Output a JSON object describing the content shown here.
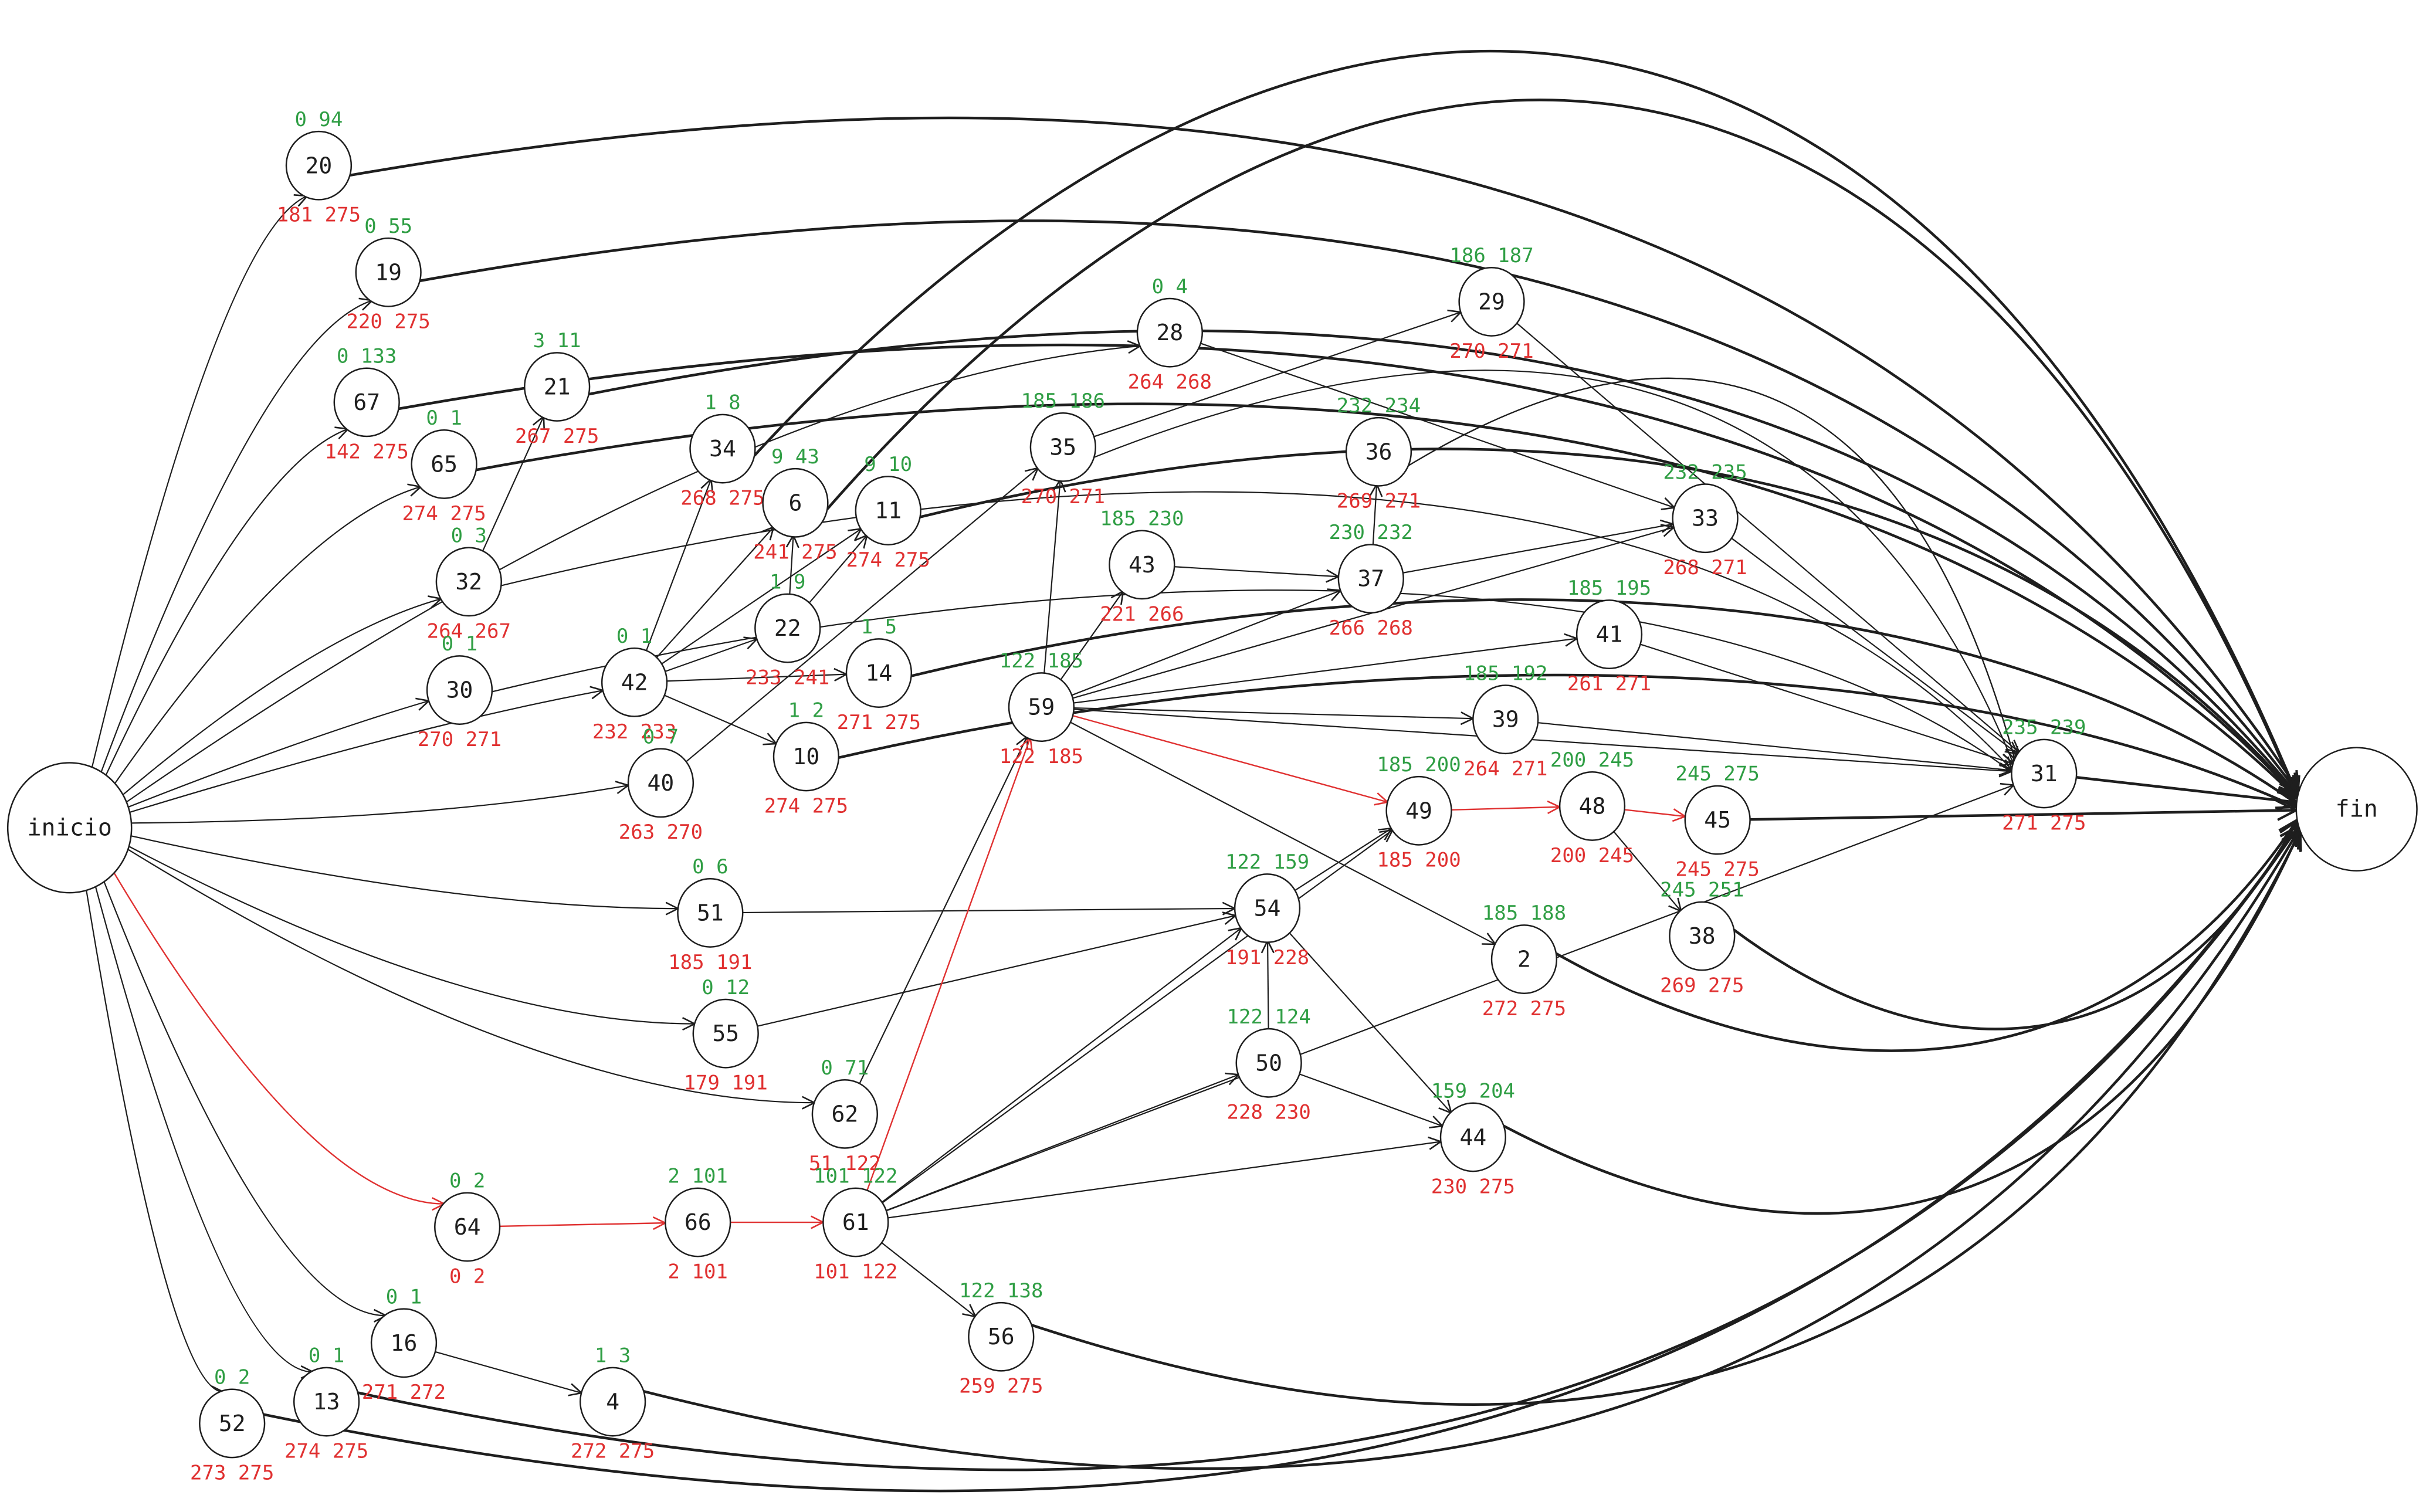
{
  "diagram": {
    "title": "",
    "colors": {
      "node_stroke": "#1e1e1e",
      "early_times": "#2f9e44",
      "late_times": "#e03131",
      "edge": "#1e1e1e",
      "critical_edge": "#e03131"
    },
    "nodes": [
      {
        "id": "inicio",
        "label": "inicio"
      },
      {
        "id": "fin",
        "label": "fin"
      },
      {
        "id": "20",
        "label": "20",
        "early": "0 94",
        "late": "181 275"
      },
      {
        "id": "19",
        "label": "19",
        "early": "0 55",
        "late": "220 275"
      },
      {
        "id": "67",
        "label": "67",
        "early": "0 133",
        "late": "142 275"
      },
      {
        "id": "65",
        "label": "65",
        "early": "0 1",
        "late": "274 275"
      },
      {
        "id": "21",
        "label": "21",
        "early": "3 11",
        "late": "267 275"
      },
      {
        "id": "32",
        "label": "32",
        "early": "0 3",
        "late": "264 267"
      },
      {
        "id": "30",
        "label": "30",
        "early": "0 1",
        "late": "270 271"
      },
      {
        "id": "34",
        "label": "34",
        "early": "1 8",
        "late": "268 275"
      },
      {
        "id": "6",
        "label": "6",
        "early": "9 43",
        "late": "241 275"
      },
      {
        "id": "11",
        "label": "11",
        "early": "9 10",
        "late": "274 275"
      },
      {
        "id": "22",
        "label": "22",
        "early": "1 9",
        "late": "233 241"
      },
      {
        "id": "42",
        "label": "42",
        "early": "0 1",
        "late": "232 233"
      },
      {
        "id": "14",
        "label": "14",
        "early": "1 5",
        "late": "271 275"
      },
      {
        "id": "10",
        "label": "10",
        "early": "1 2",
        "late": "274 275"
      },
      {
        "id": "40",
        "label": "40",
        "early": "0 7",
        "late": "263 270"
      },
      {
        "id": "28",
        "label": "28",
        "early": "0 4",
        "late": "264 268"
      },
      {
        "id": "35",
        "label": "35",
        "early": "185 186",
        "late": "270 271"
      },
      {
        "id": "29",
        "label": "29",
        "early": "186 187",
        "late": "270 271"
      },
      {
        "id": "36",
        "label": "36",
        "early": "232 234",
        "late": "269 271"
      },
      {
        "id": "43",
        "label": "43",
        "early": "185 230",
        "late": "221 266"
      },
      {
        "id": "37",
        "label": "37",
        "early": "230 232",
        "late": "266 268"
      },
      {
        "id": "33",
        "label": "33",
        "early": "232 235",
        "late": "268 271"
      },
      {
        "id": "41",
        "label": "41",
        "early": "185 195",
        "late": "261 271"
      },
      {
        "id": "59",
        "label": "59",
        "early": "122 185",
        "late": "122 185"
      },
      {
        "id": "39",
        "label": "39",
        "early": "185 192",
        "late": "264 271"
      },
      {
        "id": "31",
        "label": "31",
        "early": "235 239",
        "late": "271 275"
      },
      {
        "id": "49",
        "label": "49",
        "early": "185 200",
        "late": "185 200"
      },
      {
        "id": "48",
        "label": "48",
        "early": "200 245",
        "late": "200 245"
      },
      {
        "id": "45",
        "label": "45",
        "early": "245 275",
        "late": "245 275"
      },
      {
        "id": "38",
        "label": "38",
        "early": "245 251",
        "late": "269 275"
      },
      {
        "id": "2",
        "label": "2",
        "early": "185 188",
        "late": "272 275"
      },
      {
        "id": "54",
        "label": "54",
        "early": "122 159",
        "late": "191 228"
      },
      {
        "id": "51",
        "label": "51",
        "early": "0 6",
        "late": "185 191"
      },
      {
        "id": "55",
        "label": "55",
        "early": "0 12",
        "late": "179 191"
      },
      {
        "id": "62",
        "label": "62",
        "early": "0 71",
        "late": "51 122"
      },
      {
        "id": "50",
        "label": "50",
        "early": "122 124",
        "late": "228 230"
      },
      {
        "id": "44",
        "label": "44",
        "early": "159 204",
        "late": "230 275"
      },
      {
        "id": "64",
        "label": "64",
        "early": "0 2",
        "late": "0 2"
      },
      {
        "id": "66",
        "label": "66",
        "early": "2 101",
        "late": "2 101"
      },
      {
        "id": "61",
        "label": "61",
        "early": "101 122",
        "late": "101 122"
      },
      {
        "id": "56",
        "label": "56",
        "early": "122 138",
        "late": "259 275"
      },
      {
        "id": "16",
        "label": "16",
        "early": "0 1",
        "late": "271 272"
      },
      {
        "id": "4",
        "label": "4",
        "early": "1 3",
        "late": "272 275"
      },
      {
        "id": "13",
        "label": "13",
        "early": "0 1",
        "late": "274 275"
      },
      {
        "id": "52",
        "label": "52",
        "early": "0 2",
        "late": "273 275"
      }
    ],
    "edges": [
      {
        "from": "inicio",
        "to": "20"
      },
      {
        "from": "inicio",
        "to": "19"
      },
      {
        "from": "inicio",
        "to": "67"
      },
      {
        "from": "inicio",
        "to": "65"
      },
      {
        "from": "inicio",
        "to": "32"
      },
      {
        "from": "inicio",
        "to": "30"
      },
      {
        "from": "inicio",
        "to": "42"
      },
      {
        "from": "inicio",
        "to": "28"
      },
      {
        "from": "inicio",
        "to": "40"
      },
      {
        "from": "inicio",
        "to": "51"
      },
      {
        "from": "inicio",
        "to": "55"
      },
      {
        "from": "inicio",
        "to": "62"
      },
      {
        "from": "inicio",
        "to": "64",
        "critical": true
      },
      {
        "from": "inicio",
        "to": "16"
      },
      {
        "from": "inicio",
        "to": "13"
      },
      {
        "from": "inicio",
        "to": "52"
      },
      {
        "from": "20",
        "to": "fin"
      },
      {
        "from": "19",
        "to": "fin"
      },
      {
        "from": "67",
        "to": "fin"
      },
      {
        "from": "65",
        "to": "fin"
      },
      {
        "from": "21",
        "to": "fin"
      },
      {
        "from": "32",
        "to": "21"
      },
      {
        "from": "32",
        "to": "31"
      },
      {
        "from": "30",
        "to": "31"
      },
      {
        "from": "42",
        "to": "34"
      },
      {
        "from": "42",
        "to": "6"
      },
      {
        "from": "42",
        "to": "11"
      },
      {
        "from": "42",
        "to": "22"
      },
      {
        "from": "42",
        "to": "14"
      },
      {
        "from": "42",
        "to": "10"
      },
      {
        "from": "22",
        "to": "6"
      },
      {
        "from": "22",
        "to": "11"
      },
      {
        "from": "34",
        "to": "fin"
      },
      {
        "from": "6",
        "to": "fin"
      },
      {
        "from": "11",
        "to": "fin"
      },
      {
        "from": "14",
        "to": "fin"
      },
      {
        "from": "10",
        "to": "fin"
      },
      {
        "from": "40",
        "to": "35"
      },
      {
        "from": "28",
        "to": "33"
      },
      {
        "from": "35",
        "to": "29"
      },
      {
        "from": "35",
        "to": "31"
      },
      {
        "from": "29",
        "to": "31"
      },
      {
        "from": "36",
        "to": "31"
      },
      {
        "from": "36",
        "to": "31"
      },
      {
        "from": "43",
        "to": "37"
      },
      {
        "from": "37",
        "to": "36"
      },
      {
        "from": "37",
        "to": "33"
      },
      {
        "from": "33",
        "to": "31"
      },
      {
        "from": "41",
        "to": "31"
      },
      {
        "from": "39",
        "to": "31"
      },
      {
        "from": "59",
        "to": "35"
      },
      {
        "from": "59",
        "to": "43"
      },
      {
        "from": "59",
        "to": "37"
      },
      {
        "from": "59",
        "to": "33"
      },
      {
        "from": "59",
        "to": "41"
      },
      {
        "from": "59",
        "to": "39"
      },
      {
        "from": "59",
        "to": "31"
      },
      {
        "from": "59",
        "to": "49",
        "critical": true
      },
      {
        "from": "59",
        "to": "2"
      },
      {
        "from": "49",
        "to": "48",
        "critical": true
      },
      {
        "from": "48",
        "to": "45",
        "critical": true
      },
      {
        "from": "48",
        "to": "38"
      },
      {
        "from": "45",
        "to": "fin"
      },
      {
        "from": "38",
        "to": "fin"
      },
      {
        "from": "2",
        "to": "fin"
      },
      {
        "from": "31",
        "to": "fin"
      },
      {
        "from": "51",
        "to": "54"
      },
      {
        "from": "55",
        "to": "54"
      },
      {
        "from": "54",
        "to": "49"
      },
      {
        "from": "54",
        "to": "44"
      },
      {
        "from": "50",
        "to": "54"
      },
      {
        "from": "50",
        "to": "44"
      },
      {
        "from": "44",
        "to": "fin"
      },
      {
        "from": "62",
        "to": "59"
      },
      {
        "from": "64",
        "to": "66",
        "critical": true
      },
      {
        "from": "66",
        "to": "61",
        "critical": true
      },
      {
        "from": "61",
        "to": "59",
        "critical": true
      },
      {
        "from": "61",
        "to": "54"
      },
      {
        "from": "61",
        "to": "50"
      },
      {
        "from": "61",
        "to": "49"
      },
      {
        "from": "61",
        "to": "44"
      },
      {
        "from": "61",
        "to": "31"
      },
      {
        "from": "61",
        "to": "56"
      },
      {
        "from": "56",
        "to": "fin"
      },
      {
        "from": "16",
        "to": "4"
      },
      {
        "from": "4",
        "to": "fin"
      },
      {
        "from": "13",
        "to": "fin"
      },
      {
        "from": "52",
        "to": "fin"
      }
    ]
  }
}
